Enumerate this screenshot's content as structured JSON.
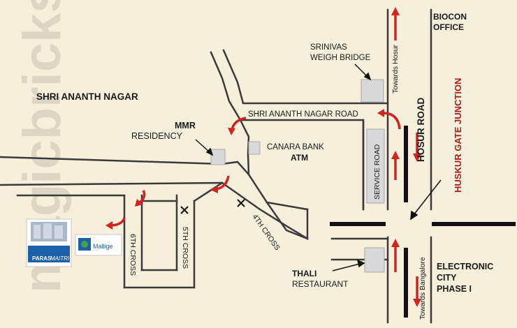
{
  "watermark": "magicbricks",
  "colors": {
    "background": "#f6efdc",
    "road_line": "#3a3a3a",
    "arrow": "#d0241f",
    "junction_text": "#b3191d",
    "landmark_box": "#d9d9d9",
    "logo_blue": "#1d5fa8",
    "logo_green": "#3fa14a"
  },
  "labels": {
    "biocon_office": [
      "BIOCON",
      "OFFICE"
    ],
    "weigh_bridge": [
      "SRINIVAS",
      "WEIGH BRIDGE"
    ],
    "towards_hosur": "Towards Hosur",
    "hosur_road": "HOSUR ROAD",
    "huskur_gate": "HUSKUR GATE JUNCTION",
    "shri_ananth_nagar": "SHRI ANANTH NAGAR",
    "shri_ananth_nagar_road": "SHRI ANANTH NAGAR ROAD",
    "mmr": "MMR",
    "residency": "RESIDENCY",
    "canara_bank": "CANARA BANK",
    "atm": "ATM",
    "service_road": "SERVICE ROAD",
    "sixth_cross": "6TH CROSS",
    "fifth_cross": "5TH CROSS",
    "fourth_cross": "4TH CROSS",
    "thali": "THALI",
    "restaurant": "RESTAURANT",
    "towards_bangalore": "Towards Bangalore",
    "electronic_city": [
      "ELECTRONIC",
      "CITY",
      "PHASE I"
    ],
    "paras_maitri": [
      "PARAS",
      "MAITRI"
    ],
    "paras_mallige": [
      "PARAS",
      "Mallige"
    ]
  },
  "icons": {
    "cross_marker": "x-mark-icon",
    "direction_arrow": "curved-arrow-icon"
  }
}
